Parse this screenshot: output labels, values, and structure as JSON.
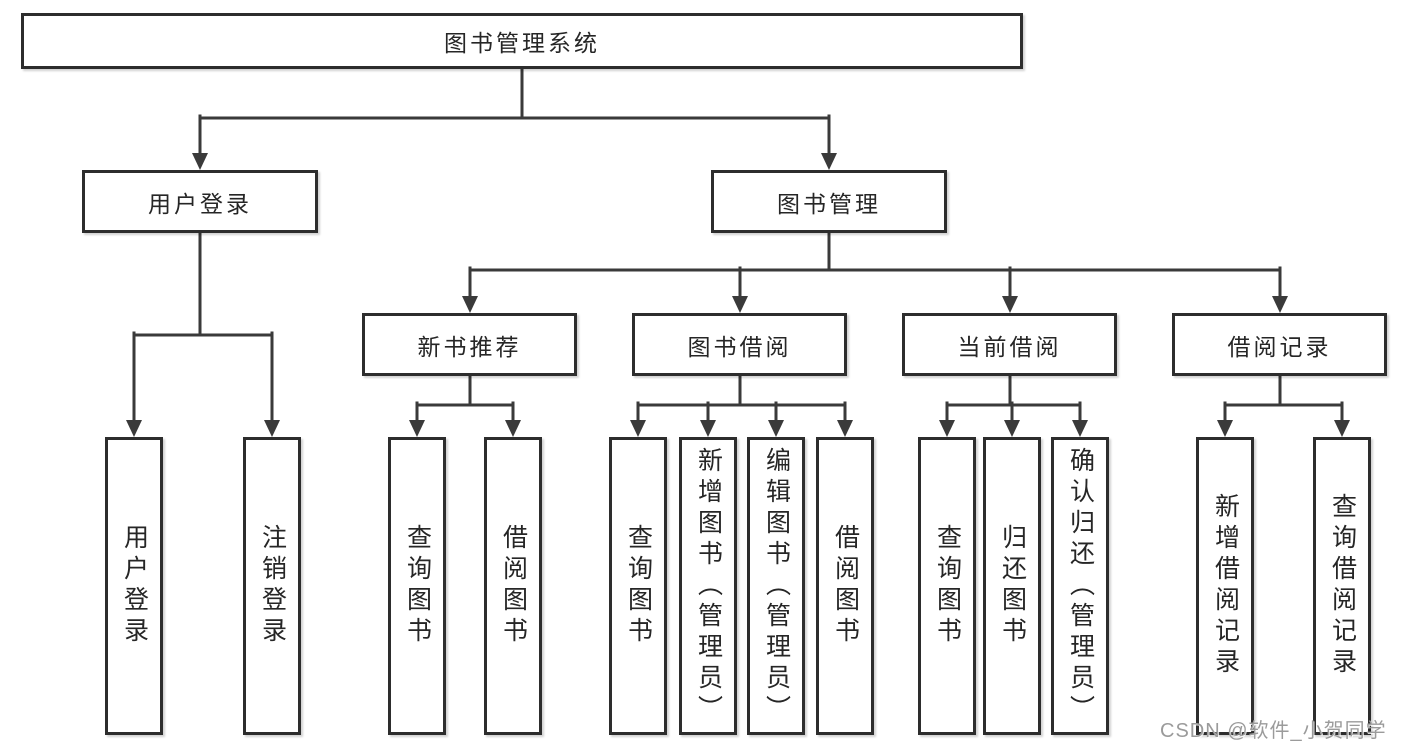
{
  "diagram": {
    "root": {
      "label": "图书管理系统"
    },
    "level2": [
      {
        "label": "用户登录"
      },
      {
        "label": "图书管理"
      }
    ],
    "level3": [
      {
        "label": "新书推荐"
      },
      {
        "label": "图书借阅"
      },
      {
        "label": "当前借阅"
      },
      {
        "label": "借阅记录"
      }
    ],
    "leaves": {
      "login": [
        {
          "label": "用户登录"
        },
        {
          "label": "注销登录"
        }
      ],
      "recommend": [
        {
          "label": "查询图书"
        },
        {
          "label": "借阅图书"
        }
      ],
      "borrow": [
        {
          "label": "查询图书"
        },
        {
          "label": "新增图书（管理员）"
        },
        {
          "label": "编辑图书（管理员）"
        },
        {
          "label": "借阅图书"
        }
      ],
      "current": [
        {
          "label": "查询图书"
        },
        {
          "label": "归还图书"
        },
        {
          "label": "确认归还（管理员）"
        }
      ],
      "records": [
        {
          "label": "新增借阅记录"
        },
        {
          "label": "查询借阅记录"
        }
      ]
    }
  },
  "watermark": {
    "text": "CSDN @软件_小贺同学"
  },
  "colors": {
    "border": "#2d2d2d",
    "line": "#3a3a3a",
    "text": "#262626",
    "watermark": "#9b9b9b",
    "background": "#ffffff"
  }
}
